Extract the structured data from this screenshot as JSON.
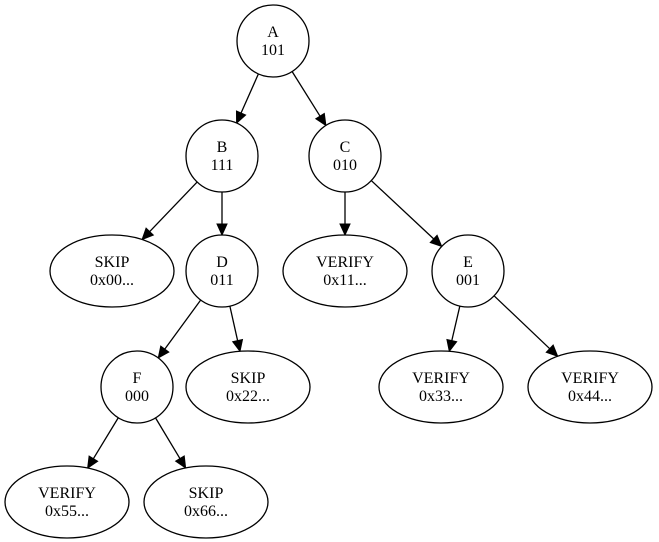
{
  "nodes": [
    {
      "id": "A",
      "shape": "circle",
      "line1": "A",
      "line2": "101"
    },
    {
      "id": "B",
      "shape": "circle",
      "line1": "B",
      "line2": "111"
    },
    {
      "id": "C",
      "shape": "circle",
      "line1": "C",
      "line2": "010"
    },
    {
      "id": "L1",
      "shape": "ellipse",
      "line1": "SKIP",
      "line2": "0x00..."
    },
    {
      "id": "D",
      "shape": "circle",
      "line1": "D",
      "line2": "011"
    },
    {
      "id": "L2",
      "shape": "ellipse",
      "line1": "VERIFY",
      "line2": "0x11..."
    },
    {
      "id": "E",
      "shape": "circle",
      "line1": "E",
      "line2": "001"
    },
    {
      "id": "F",
      "shape": "circle",
      "line1": "F",
      "line2": "000"
    },
    {
      "id": "L3",
      "shape": "ellipse",
      "line1": "SKIP",
      "line2": "0x22..."
    },
    {
      "id": "L4",
      "shape": "ellipse",
      "line1": "VERIFY",
      "line2": "0x33..."
    },
    {
      "id": "L5",
      "shape": "ellipse",
      "line1": "VERIFY",
      "line2": "0x44..."
    },
    {
      "id": "L6",
      "shape": "ellipse",
      "line1": "VERIFY",
      "line2": "0x55..."
    },
    {
      "id": "L7",
      "shape": "ellipse",
      "line1": "SKIP",
      "line2": "0x66..."
    }
  ],
  "edges": [
    {
      "from": "A",
      "to": "B"
    },
    {
      "from": "A",
      "to": "C"
    },
    {
      "from": "B",
      "to": "L1"
    },
    {
      "from": "B",
      "to": "D"
    },
    {
      "from": "C",
      "to": "L2"
    },
    {
      "from": "C",
      "to": "E"
    },
    {
      "from": "D",
      "to": "F"
    },
    {
      "from": "D",
      "to": "L3"
    },
    {
      "from": "E",
      "to": "L4"
    },
    {
      "from": "E",
      "to": "L5"
    },
    {
      "from": "F",
      "to": "L6"
    },
    {
      "from": "F",
      "to": "L7"
    }
  ]
}
